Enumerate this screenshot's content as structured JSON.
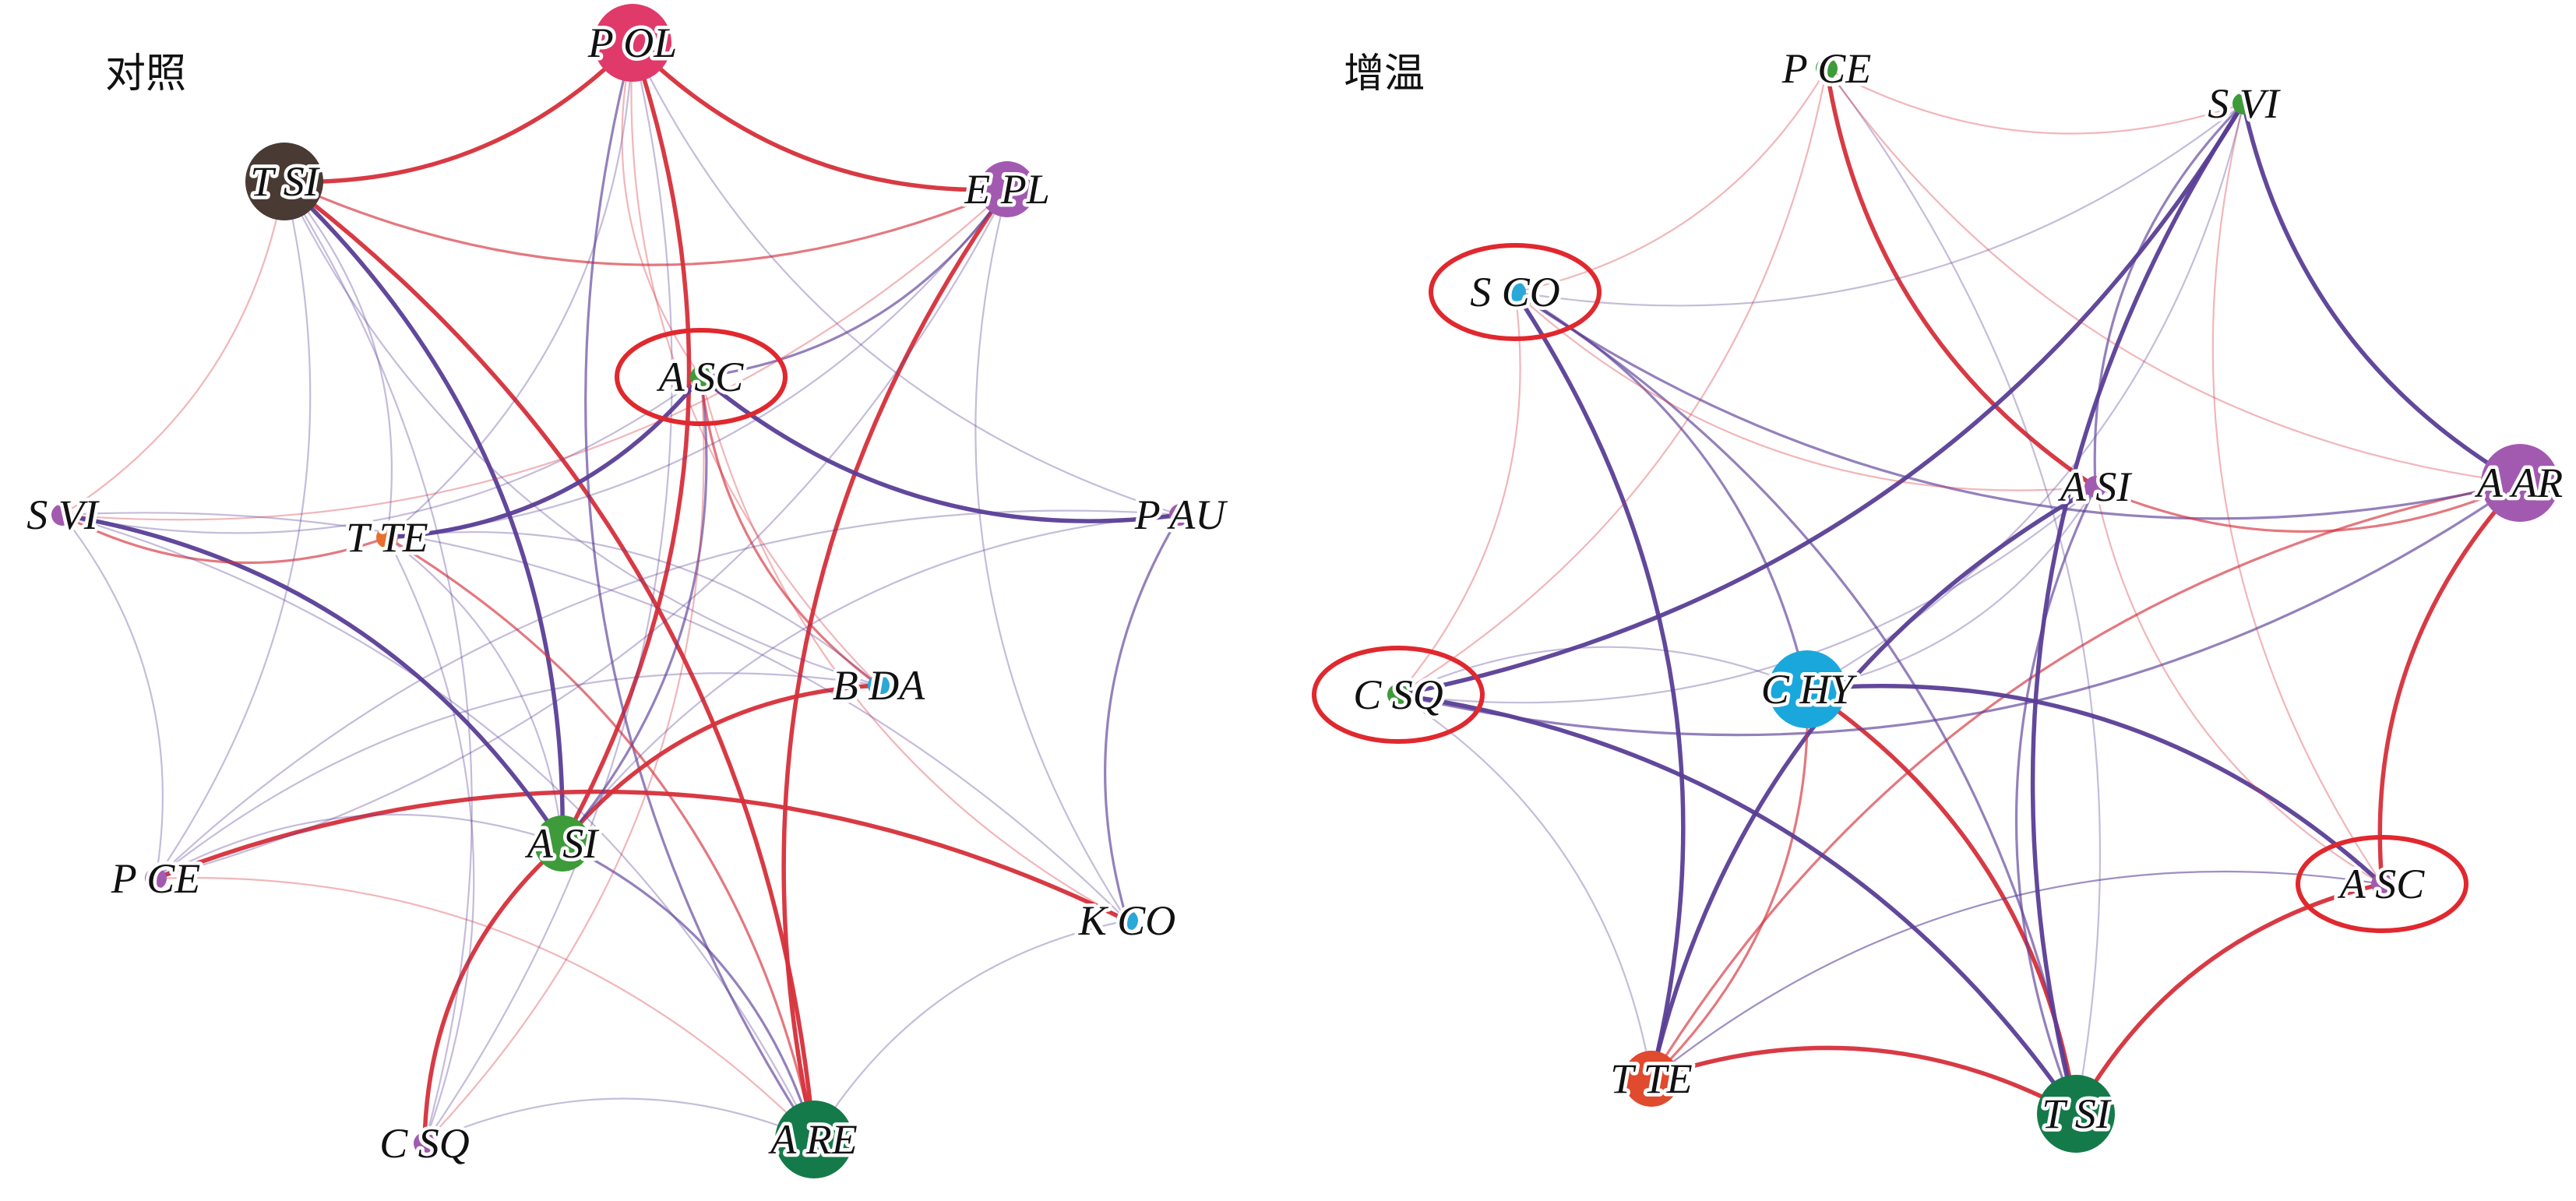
{
  "colors": {
    "positive": "#d62f3a",
    "negative": "#5a3e96"
  },
  "panels": [
    {
      "title": "对照",
      "nodes": [
        {
          "id": "POL",
          "label": "P OL",
          "color": "#e03a6a",
          "size": 3
        },
        {
          "id": "EPL",
          "label": "E PL",
          "color": "#a25ab0",
          "size": 2
        },
        {
          "id": "ASC",
          "label": "A SC",
          "color": "#3d9b3a",
          "size": 1,
          "highlight": true
        },
        {
          "id": "PAU",
          "label": "P AU",
          "color": "#a25ab0",
          "size": 1
        },
        {
          "id": "BDA",
          "label": "B DA",
          "color": "#2aa8d8",
          "size": 1
        },
        {
          "id": "KCO",
          "label": "K CO",
          "color": "#2aa8d8",
          "size": 1
        },
        {
          "id": "ARE",
          "label": "A RE",
          "color": "#157a4a",
          "size": 3
        },
        {
          "id": "CSQ",
          "label": "C SQ",
          "color": "#a25ab0",
          "size": 1
        },
        {
          "id": "PCE",
          "label": "P CE",
          "color": "#a25ab0",
          "size": 1
        },
        {
          "id": "SVI",
          "label": "S VI",
          "color": "#a25ab0",
          "size": 1
        },
        {
          "id": "TSI",
          "label": "T SI",
          "color": "#4a3a34",
          "size": 3
        },
        {
          "id": "TTE",
          "label": "T TE",
          "color": "#e86f2e",
          "size": 1
        },
        {
          "id": "ASI",
          "label": "A SI",
          "color": "#3d9b3a",
          "size": 2
        }
      ],
      "edges": [
        [
          "POL",
          "TSI",
          "pos",
          "s"
        ],
        [
          "POL",
          "EPL",
          "pos",
          "s"
        ],
        [
          "TSI",
          "EPL",
          "pos",
          "m"
        ],
        [
          "TSI",
          "ARE",
          "pos",
          "s"
        ],
        [
          "POL",
          "ASI",
          "pos",
          "s"
        ],
        [
          "EPL",
          "ARE",
          "pos",
          "s"
        ],
        [
          "POL",
          "ARE",
          "neg",
          "m"
        ],
        [
          "TSI",
          "ASI",
          "neg",
          "s"
        ],
        [
          "ASI",
          "CSQ",
          "pos",
          "s"
        ],
        [
          "PCE",
          "KCO",
          "pos",
          "s"
        ],
        [
          "BDA",
          "ASI",
          "pos",
          "s"
        ],
        [
          "ASC",
          "TTE",
          "neg",
          "s"
        ],
        [
          "ASC",
          "PAU",
          "neg",
          "s"
        ],
        [
          "EPL",
          "ASC",
          "neg",
          "m"
        ],
        [
          "SVI",
          "ASI",
          "neg",
          "s"
        ],
        [
          "SVI",
          "TTE",
          "pos",
          "m"
        ],
        [
          "ASC",
          "ASI",
          "neg",
          "m"
        ],
        [
          "ASC",
          "BDA",
          "pos",
          "m"
        ],
        [
          "ASC",
          "KCO",
          "pos",
          "w"
        ],
        [
          "TTE",
          "ARE",
          "pos",
          "m"
        ],
        [
          "PAU",
          "KCO",
          "neg",
          "m"
        ],
        [
          "ASI",
          "ARE",
          "neg",
          "m"
        ],
        [
          "POL",
          "PAU",
          "neg",
          "w"
        ],
        [
          "TSI",
          "SVI",
          "pos",
          "w"
        ],
        [
          "TSI",
          "PCE",
          "neg",
          "w"
        ],
        [
          "SVI",
          "PCE",
          "neg",
          "w"
        ],
        [
          "CSQ",
          "ARE",
          "neg",
          "w"
        ],
        [
          "PCE",
          "ASI",
          "neg",
          "w"
        ],
        [
          "TTE",
          "BDA",
          "neg",
          "w"
        ],
        [
          "SVI",
          "ASC",
          "neg",
          "w"
        ],
        [
          "POL",
          "TTE",
          "neg",
          "w"
        ],
        [
          "EPL",
          "SVI",
          "pos",
          "w"
        ],
        [
          "KCO",
          "ARE",
          "neg",
          "w"
        ],
        [
          "BDA",
          "PCE",
          "neg",
          "w"
        ],
        [
          "EPL",
          "TTE",
          "neg",
          "w"
        ],
        [
          "POL",
          "CSQ",
          "neg",
          "w"
        ],
        [
          "PAU",
          "ASI",
          "neg",
          "w"
        ],
        [
          "TSI",
          "BDA",
          "neg",
          "w"
        ],
        [
          "SVI",
          "KCO",
          "neg",
          "w"
        ],
        [
          "CSQ",
          "TTE",
          "neg",
          "w"
        ],
        [
          "PCE",
          "ARE",
          "pos",
          "w"
        ],
        [
          "TSI",
          "CSQ",
          "neg",
          "w"
        ],
        [
          "ASC",
          "CSQ",
          "pos",
          "w"
        ],
        [
          "POL",
          "BDA",
          "pos",
          "w"
        ],
        [
          "EPL",
          "KCO",
          "neg",
          "w"
        ],
        [
          "POL",
          "ASC",
          "pos",
          "w"
        ],
        [
          "SVI",
          "ARE",
          "neg",
          "w"
        ],
        [
          "TTE",
          "ASI",
          "neg",
          "w"
        ],
        [
          "PCE",
          "PAU",
          "neg",
          "w"
        ],
        [
          "EPL",
          "PCE",
          "neg",
          "w"
        ],
        [
          "TSI",
          "TTE",
          "neg",
          "w"
        ]
      ]
    },
    {
      "title": "增温",
      "nodes": [
        {
          "id": "PCE",
          "label": "P CE",
          "color": "#3d9b3a",
          "size": 1
        },
        {
          "id": "SVI",
          "label": "S VI",
          "color": "#3d9b3a",
          "size": 1
        },
        {
          "id": "AAR",
          "label": "A AR",
          "color": "#a25ab0",
          "size": 3
        },
        {
          "id": "ASC",
          "label": "A SC",
          "color": "#a25ab0",
          "size": 1,
          "highlight": true
        },
        {
          "id": "TSI",
          "label": "T SI",
          "color": "#157a4a",
          "size": 3
        },
        {
          "id": "TTE",
          "label": "T TE",
          "color": "#e04a2e",
          "size": 2
        },
        {
          "id": "CSQ",
          "label": "C SQ",
          "color": "#3d9b3a",
          "size": 1,
          "highlight": true
        },
        {
          "id": "SCO",
          "label": "S CO",
          "color": "#2aa8d8",
          "size": 1,
          "highlight": true
        },
        {
          "id": "ASI",
          "label": "A SI",
          "color": "#a25ab0",
          "size": 1
        },
        {
          "id": "CHY",
          "label": "C HY",
          "color": "#1aa8dc",
          "size": 3
        }
      ],
      "edges": [
        [
          "TTE",
          "AAR",
          "pos",
          "m"
        ],
        [
          "TTE",
          "TSI",
          "pos",
          "s"
        ],
        [
          "ASC",
          "TSI",
          "pos",
          "s"
        ],
        [
          "AAR",
          "ASC",
          "pos",
          "s"
        ],
        [
          "CHY",
          "TSI",
          "pos",
          "s"
        ],
        [
          "PCE",
          "ASI",
          "pos",
          "s"
        ],
        [
          "SCO",
          "TTE",
          "neg",
          "s"
        ],
        [
          "CHY",
          "ASC",
          "neg",
          "s"
        ],
        [
          "SVI",
          "TSI",
          "neg",
          "s"
        ],
        [
          "SVI",
          "AAR",
          "neg",
          "s"
        ],
        [
          "SCO",
          "AAR",
          "neg",
          "m"
        ],
        [
          "SVI",
          "CSQ",
          "neg",
          "s"
        ],
        [
          "ASI",
          "TTE",
          "neg",
          "s"
        ],
        [
          "TTE",
          "CHY",
          "pos",
          "m"
        ],
        [
          "CSQ",
          "TSI",
          "neg",
          "s"
        ],
        [
          "ASI",
          "SVI",
          "neg",
          "m"
        ],
        [
          "CSQ",
          "AAR",
          "neg",
          "m"
        ],
        [
          "SCO",
          "CHY",
          "neg",
          "m"
        ],
        [
          "ASC",
          "TTE",
          "neg",
          "w"
        ],
        [
          "ASI",
          "ASC",
          "pos",
          "w"
        ],
        [
          "SCO",
          "TSI",
          "neg",
          "m"
        ],
        [
          "SCO",
          "PCE",
          "pos",
          "w"
        ],
        [
          "PCE",
          "SVI",
          "pos",
          "w"
        ],
        [
          "PCE",
          "CSQ",
          "pos",
          "w"
        ],
        [
          "CSQ",
          "ASI",
          "neg",
          "w"
        ],
        [
          "CHY",
          "ASI",
          "neg",
          "w"
        ],
        [
          "SCO",
          "CSQ",
          "pos",
          "w"
        ],
        [
          "ASI",
          "AAR",
          "pos",
          "m"
        ],
        [
          "PCE",
          "TSI",
          "neg",
          "w"
        ],
        [
          "SVI",
          "ASC",
          "pos",
          "w"
        ],
        [
          "CSQ",
          "CHY",
          "neg",
          "w"
        ],
        [
          "TTE",
          "ASC",
          "neg",
          "w"
        ],
        [
          "ASI",
          "TSI",
          "neg",
          "m"
        ],
        [
          "PCE",
          "AAR",
          "pos",
          "w"
        ],
        [
          "CSQ",
          "TTE",
          "neg",
          "w"
        ],
        [
          "SCO",
          "ASI",
          "pos",
          "w"
        ],
        [
          "SVI",
          "CHY",
          "neg",
          "w"
        ],
        [
          "SVI",
          "SCO",
          "neg",
          "w"
        ]
      ]
    }
  ]
}
